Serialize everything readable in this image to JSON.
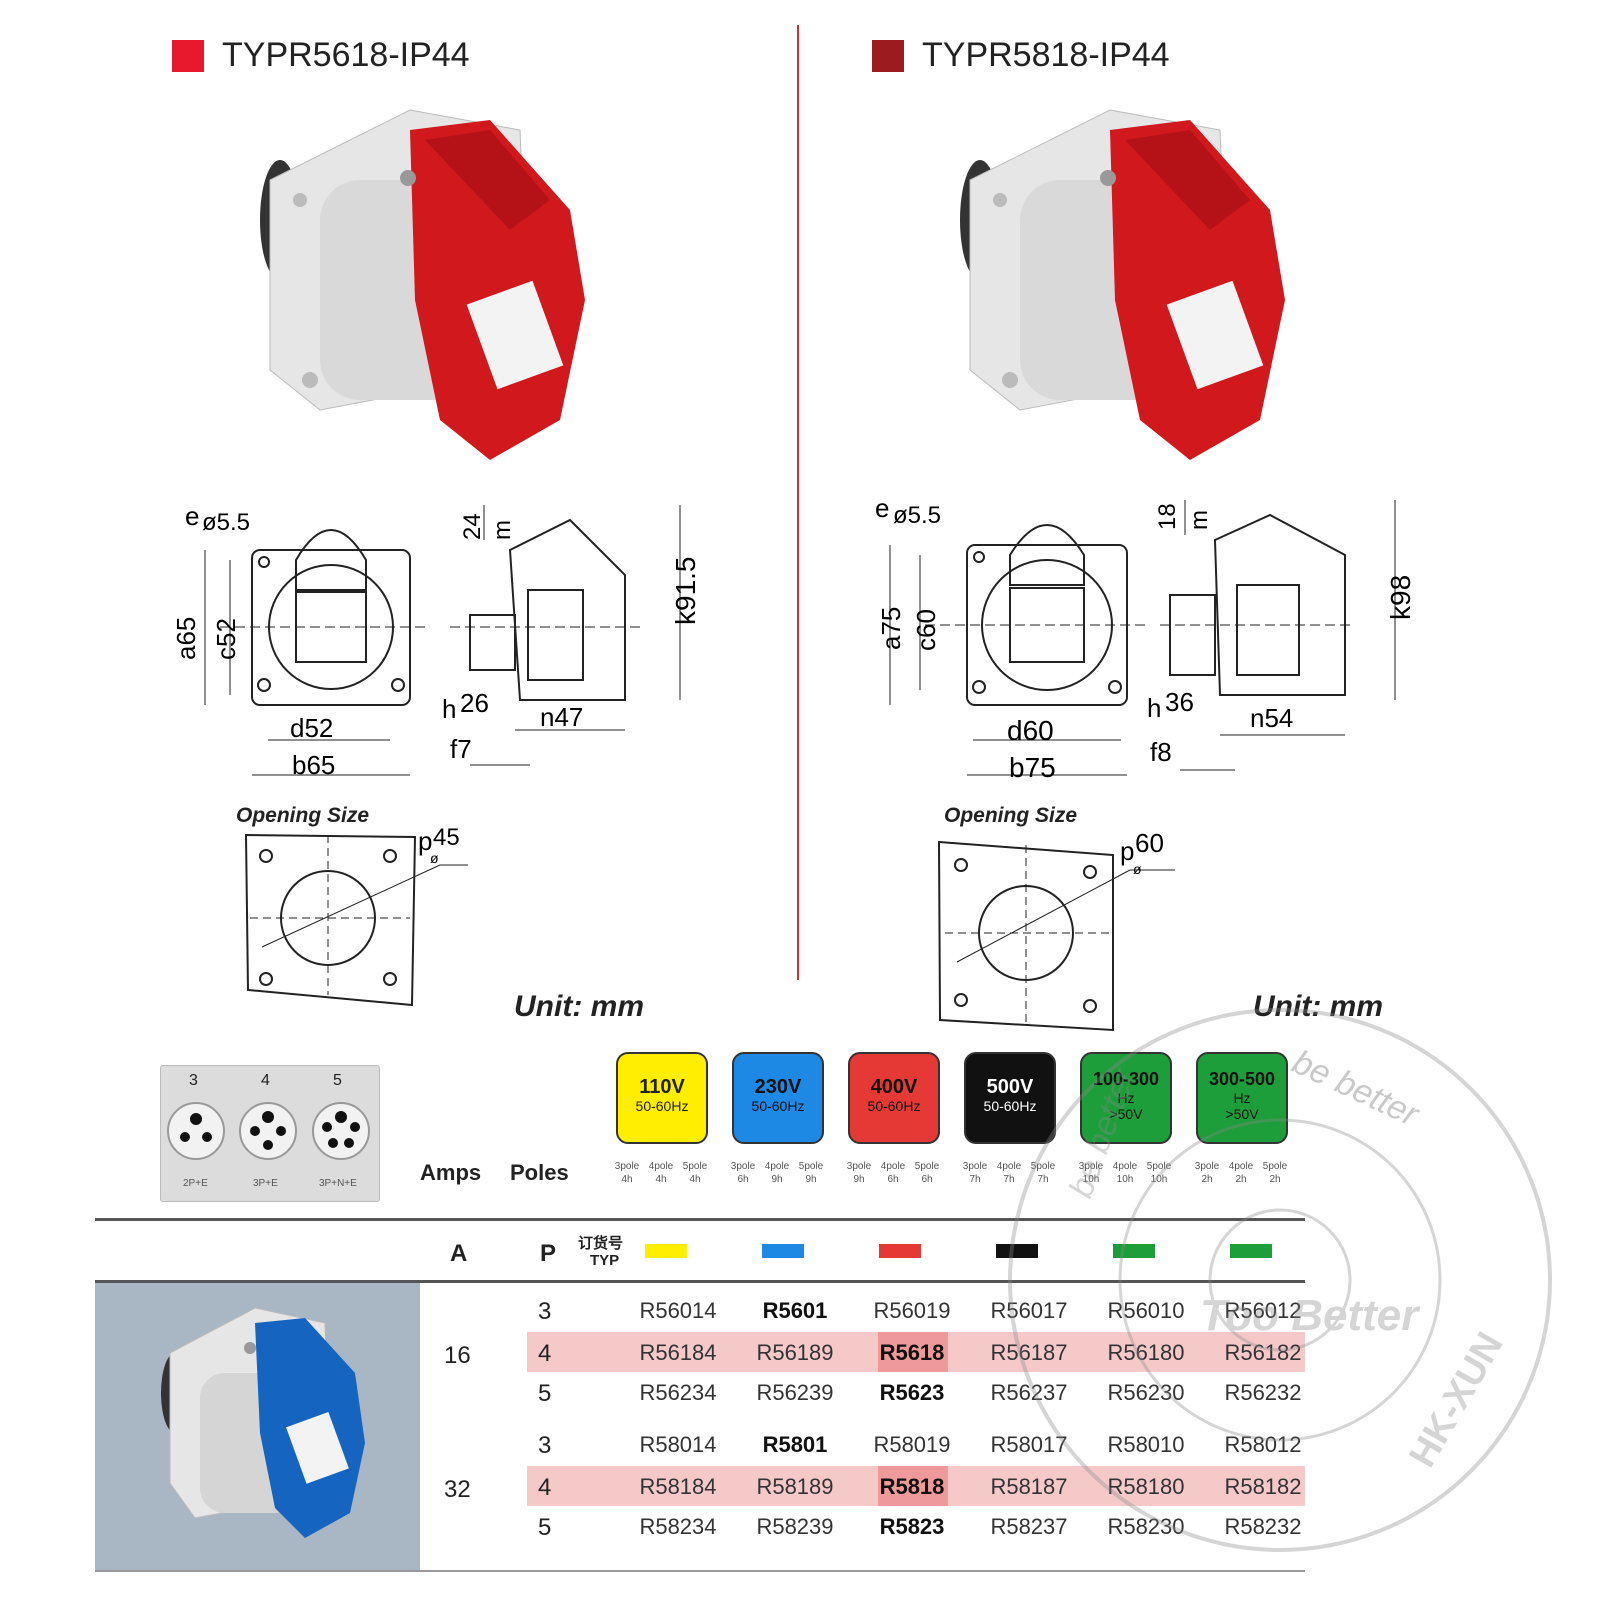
{
  "left": {
    "title": "TYPR5618-IP44",
    "color": "#e8192c",
    "dims": {
      "e": "e",
      "eval": "ø5.5",
      "a": "a65",
      "c": "c52",
      "d": "d52",
      "b": "b65",
      "m": "24",
      "mletter": "m",
      "k": "k91.5",
      "h": "h",
      "hval": "26",
      "n": "n47",
      "f": "f7"
    },
    "opening_label": "Opening Size",
    "p": "p",
    "pval": "45",
    "pdia": "ø"
  },
  "right": {
    "title": "TYPR5818-IP44",
    "color": "#9b1b1f",
    "dims": {
      "e": "e",
      "eval": "ø5.5",
      "a": "a75",
      "c": "c60",
      "d": "d60",
      "b": "b75",
      "m": "18",
      "mletter": "m",
      "k": "k98",
      "h": "h",
      "hval": "36",
      "n": "n54",
      "f": "f8"
    },
    "opening_label": "Opening Size",
    "p": "p",
    "pval": "60",
    "pdia": "ø"
  },
  "unit_left": "Unit: mm",
  "unit_right": "Unit: mm",
  "pin_box": {
    "items": [
      {
        "n": "3",
        "code": "2P+E"
      },
      {
        "n": "4",
        "code": "3P+E"
      },
      {
        "n": "5",
        "code": "3P+N+E"
      }
    ]
  },
  "voltages": [
    {
      "v": "110V",
      "f": "50-60Hz",
      "color": "#ffee00",
      "text": "#222",
      "hours": [
        "4h",
        "4h",
        "4h"
      ]
    },
    {
      "v": "230V",
      "f": "50-60Hz",
      "color": "#1e88e5",
      "text": "#111",
      "hours": [
        "6h",
        "9h",
        "9h"
      ]
    },
    {
      "v": "400V",
      "f": "50-60Hz",
      "color": "#e53935",
      "text": "#111",
      "hours": [
        "9h",
        "6h",
        "6h"
      ]
    },
    {
      "v": "500V",
      "f": "50-60Hz",
      "color": "#111111",
      "text": "#fff",
      "hours": [
        "7h",
        "7h",
        "7h"
      ]
    },
    {
      "v": "100-300",
      "f": "Hz",
      "f2": ">50V",
      "color": "#1e9e3a",
      "text": "#111",
      "hours": [
        "10h",
        "10h",
        "10h"
      ]
    },
    {
      "v": "300-500",
      "f": "Hz",
      "f2": ">50V",
      "color": "#1e9e3a",
      "text": "#111",
      "hours": [
        "2h",
        "2h",
        "2h"
      ]
    }
  ],
  "pole_labels": [
    "3pole",
    "4pole",
    "5pole"
  ],
  "amps_label": "Amps",
  "poles_label": "Poles",
  "table": {
    "h_a": "A",
    "h_p": "P",
    "h_typ_cn": "订货号",
    "h_typ": "TYP",
    "swatches": [
      "#ffee00",
      "#1e88e5",
      "#e53935",
      "#111111",
      "#1e9e3a",
      "#1e9e3a"
    ],
    "groups": [
      {
        "amps": "16",
        "rows": [
          {
            "p": "3",
            "codes": [
              "R56014",
              "R5601",
              "R56019",
              "R56017",
              "R56010",
              "R56012"
            ]
          },
          {
            "p": "4",
            "codes": [
              "R56184",
              "R56189",
              "R5618",
              "R56187",
              "R56180",
              "R56182"
            ]
          },
          {
            "p": "5",
            "codes": [
              "R56234",
              "R56239",
              "R5623",
              "R56237",
              "R56230",
              "R56232"
            ]
          }
        ]
      },
      {
        "amps": "32",
        "rows": [
          {
            "p": "3",
            "codes": [
              "R58014",
              "R5801",
              "R58019",
              "R58017",
              "R58010",
              "R58012"
            ]
          },
          {
            "p": "4",
            "codes": [
              "R58184",
              "R58189",
              "R5818",
              "R58187",
              "R58180",
              "R58182"
            ]
          },
          {
            "p": "5",
            "codes": [
              "R58234",
              "R58239",
              "R5823",
              "R58237",
              "R58230",
              "R58232"
            ]
          }
        ]
      }
    ]
  },
  "watermark": {
    "top": "be better",
    "mid": "Too Better",
    "outer": "HK-XUN",
    "bottom": "be better"
  }
}
